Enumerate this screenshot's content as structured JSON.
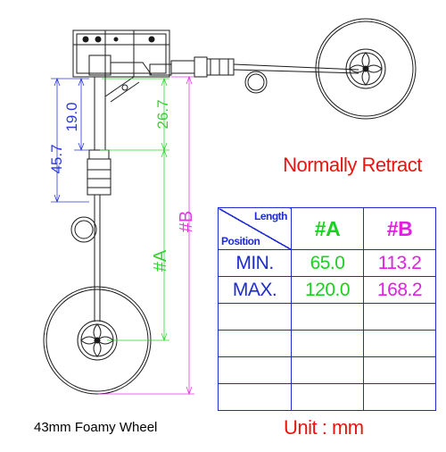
{
  "colors": {
    "title": "#e8140f",
    "unit": "#e8140f",
    "table_border": "#1d2bd1",
    "header_text": "#1d2bd1",
    "col_a": "#19d11e",
    "col_b": "#e020e0",
    "dim_blue": "#2b3ad8",
    "dim_green": "#2ed52e",
    "dim_magenta": "#e23ae2",
    "drawing": "#1a1a1a"
  },
  "title": "Normally Retract",
  "unit_label": "Unit : mm",
  "caption": "43mm Foamy Wheel",
  "dimensions": {
    "d_45_7": "45.7",
    "d_19_0": "19.0",
    "d_26_7": "26.7",
    "label_a": "#A",
    "label_b": "#B"
  },
  "table": {
    "header_length": "Length",
    "header_position": "Position",
    "col_a": "#A",
    "col_b": "#B",
    "rows": [
      {
        "label": "MIN.",
        "a": "65.0",
        "b": "113.2"
      },
      {
        "label": "MAX.",
        "a": "120.0",
        "b": "168.2"
      },
      {
        "label": "",
        "a": "",
        "b": ""
      },
      {
        "label": "",
        "a": "",
        "b": ""
      },
      {
        "label": "",
        "a": "",
        "b": ""
      },
      {
        "label": "",
        "a": "",
        "b": ""
      }
    ]
  }
}
